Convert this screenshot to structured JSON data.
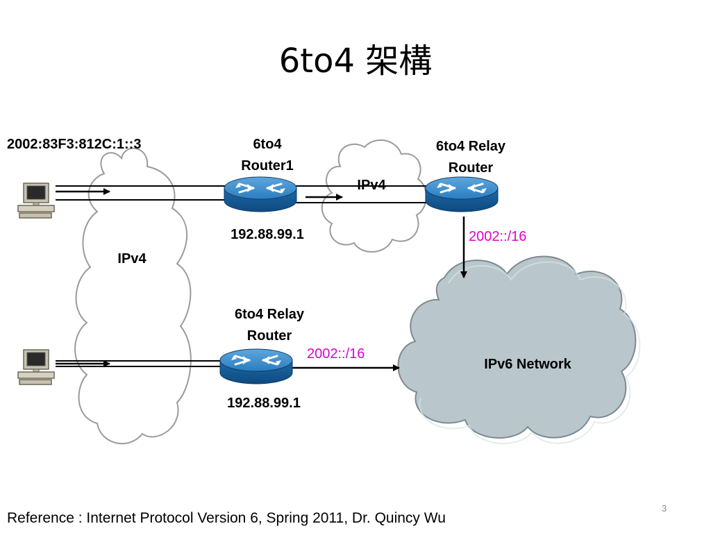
{
  "slide": {
    "title": "6to4 架構",
    "reference": "Reference : Internet Protocol Version 6, Spring 2011, Dr. Quincy Wu",
    "page_number": "3"
  },
  "diagram": {
    "host_address": "2002:83F3:812C:1::3",
    "router1": {
      "line1": "6to4",
      "line2": "Router1",
      "ip": "192.88.99.1"
    },
    "relay_top": {
      "line1": "6to4  Relay",
      "line2": "Router"
    },
    "relay_bottom": {
      "line1": "6to4  Relay",
      "line2": "Router",
      "ip": "192.88.99.1"
    },
    "cloud_left_label": "IPv4",
    "cloud_small_label": "IPv4",
    "cloud_ipv6_label": "IPv6 Network",
    "prefix_top": "2002::/16",
    "prefix_bottom": "2002::/16",
    "colors": {
      "router_blue": "#1e6fb0",
      "ipv6_cloud": "#b9c7cd",
      "prefix_text": "#e000c8"
    }
  }
}
